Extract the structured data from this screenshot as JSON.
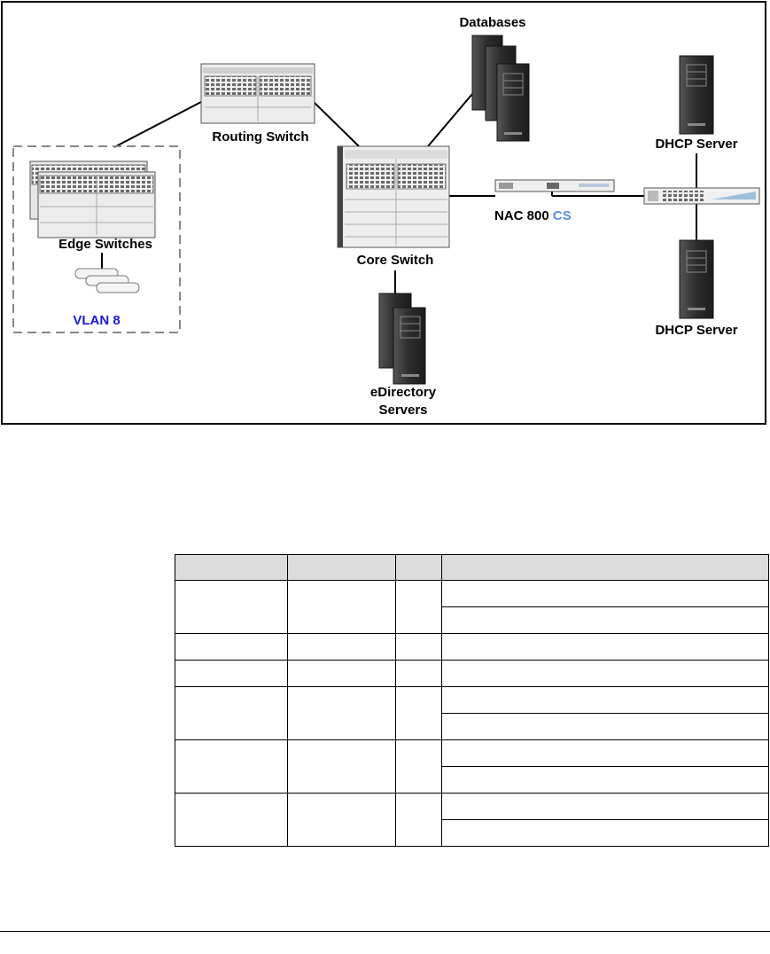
{
  "diagram": {
    "labels": {
      "databases": "Databases",
      "routing_switch": "Routing Switch",
      "dhcp_server_top": "DHCP Server",
      "dhcp_server_bottom": "DHCP Server",
      "edge_switches": "Edge Switches",
      "core_switch": "Core Switch",
      "nac_prefix": "NAC 800 ",
      "nac_suffix": "CS",
      "vlan": "VLAN 8",
      "edirectory_line1": "eDirectory",
      "edirectory_line2": "Servers"
    },
    "colors": {
      "vlan_text": "#1a1ad6",
      "cs_text": "#5b8fe0",
      "link_line": "#000000",
      "group_border": "#888888",
      "server_body": "#3a3a3a"
    }
  },
  "table": {
    "header": [
      "",
      "",
      "",
      ""
    ],
    "rows": [
      [
        "",
        "",
        "",
        ""
      ],
      [
        "",
        "",
        "",
        ""
      ],
      [
        "",
        "",
        "",
        ""
      ],
      [
        "",
        "",
        "",
        ""
      ],
      [
        "",
        "",
        "",
        ""
      ],
      [
        "",
        "",
        "",
        ""
      ],
      [
        "",
        "",
        "",
        ""
      ],
      [
        "",
        "",
        "",
        ""
      ],
      [
        "",
        "",
        "",
        ""
      ],
      [
        "",
        "",
        "",
        ""
      ]
    ]
  }
}
